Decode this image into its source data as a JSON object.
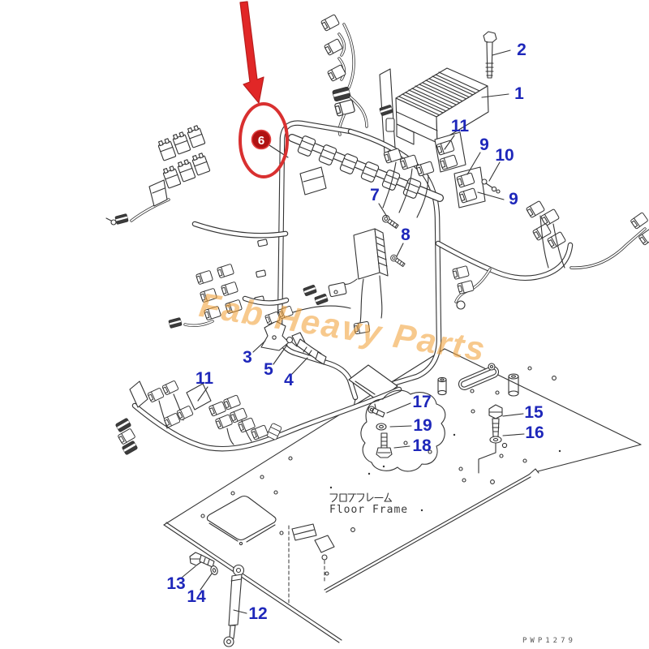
{
  "diagram_type": "exploded-parts-diagram",
  "watermark": "Fab Heavy Parts",
  "drawing_code": "PWP1279",
  "floor_frame_jp": "フロアフレーム",
  "floor_frame_en": "Floor Frame",
  "red_callout": {
    "number": "6"
  },
  "labels": [
    {
      "text": "2"
    },
    {
      "text": "1"
    },
    {
      "text": "11"
    },
    {
      "text": "9"
    },
    {
      "text": "10"
    },
    {
      "text": "9"
    },
    {
      "text": "7"
    },
    {
      "text": "8"
    },
    {
      "text": "3"
    },
    {
      "text": "5"
    },
    {
      "text": "4"
    },
    {
      "text": "11"
    },
    {
      "text": "17"
    },
    {
      "text": "19"
    },
    {
      "text": "18"
    },
    {
      "text": "15"
    },
    {
      "text": "16"
    },
    {
      "text": "13"
    },
    {
      "text": "14"
    },
    {
      "text": "12"
    }
  ],
  "colors": {
    "label_blue": "#1e27ba",
    "callout_red": "#d92f2f",
    "callout_red_dark": "#b01212",
    "line_art": "#333333",
    "watermark_orange": "#f2a33c"
  }
}
